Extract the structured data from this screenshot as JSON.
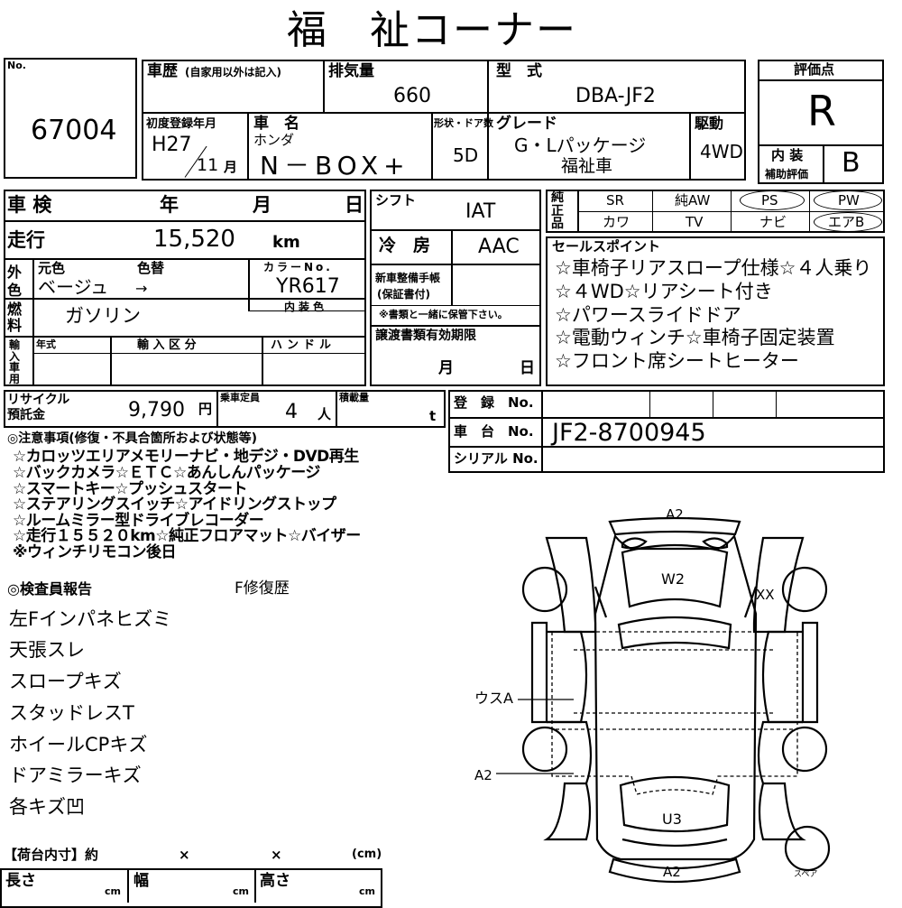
{
  "header": {
    "title": "福　祉コーナー"
  },
  "lot": {
    "label": "No.",
    "number": "67004"
  },
  "history": {
    "label": "車歴",
    "sub": "(自家用以外は記入)"
  },
  "engine": {
    "label": "排気量",
    "value": "660"
  },
  "model": {
    "label": "型　式",
    "value": "DBA-JF2"
  },
  "grade_score": {
    "label": "評価点",
    "value": "R"
  },
  "first_reg": {
    "label": "初度登録年月",
    "year": "H27",
    "month": "11",
    "month_unit": "月"
  },
  "car_name": {
    "label": "車　名",
    "maker": "ホンダ",
    "name": "N－BOX+"
  },
  "doors": {
    "label": "形状・ドア数",
    "value": "5D"
  },
  "grade": {
    "label": "グレード",
    "line1": "G・Lパッケージ",
    "line2": "福祉車"
  },
  "drive": {
    "label": "駆動",
    "value": "4WD"
  },
  "interior_score": {
    "label1": "内 装",
    "label2": "補助評価",
    "value": "B"
  },
  "shaken": {
    "label": "車 検",
    "year": "年",
    "month": "月",
    "day": "日"
  },
  "shift": {
    "label": "シフト",
    "value": "IAT"
  },
  "equipment": {
    "label": "純正品",
    "items": [
      "SR",
      "純AW",
      "PS",
      "PW",
      "カワ",
      "TV",
      "ナビ",
      "エアB"
    ]
  },
  "mileage": {
    "label": "走行",
    "value": "15,520",
    "unit": "km"
  },
  "aircon": {
    "label": "冷　房",
    "value": "AAC"
  },
  "color": {
    "label": "外色",
    "orig_label": "元色",
    "change_label": "色替",
    "orig": "ベージュ",
    "arrow": "→",
    "code_label": "カラーNo.",
    "code": "YR617"
  },
  "service_book": {
    "label1": "新車整備手帳",
    "label2": "(保証書付)",
    "note": "※書類と一緒に保管下さい。"
  },
  "fuel": {
    "label": "燃料",
    "value": "ガソリン",
    "interior_color_label": "内装色"
  },
  "sales_points": {
    "label": "セールスポイント",
    "items": [
      "☆車椅子リアスロープ仕様☆４人乗り",
      "☆４WD☆リアシート付き",
      "☆パワースライドドア",
      "☆電動ウィンチ☆車椅子固定装置",
      "☆フロント席シートヒーター"
    ]
  },
  "import": {
    "label": "輸入車用",
    "year_label": "年式",
    "class_label": "輸 入 区 分",
    "handle_label": "ハンドル"
  },
  "transfer": {
    "label": "譲渡書類有効期限",
    "month": "月",
    "day": "日"
  },
  "recycle": {
    "label1": "リサイクル",
    "label2": "預託金",
    "value": "9,790",
    "unit": "円"
  },
  "capacity": {
    "label": "乗車定員",
    "value": "4",
    "unit": "人"
  },
  "load": {
    "label": "積載量",
    "unit": "t"
  },
  "registration": {
    "label": "登　録　No."
  },
  "chassis": {
    "label": "車　台　No.",
    "value": "JF2-8700945"
  },
  "serial": {
    "label": "シリアル No."
  },
  "notes": {
    "label": "◎注意事項(修復・不具合箇所および状態等)",
    "lines": [
      "☆カロッツエリアメモリーナビ・地デジ・DVD再生",
      "☆バックカメラ☆ＥＴＣ☆あんしんパッケージ",
      "☆スマートキー☆プッシュスタート",
      "☆ステアリングスイッチ☆アイドリングストップ",
      "☆ルームミラー型ドライブレコーダー",
      "☆走行１５５２０km☆純正フロアマット☆バイザー",
      "※ウィンチリモコン後日"
    ]
  },
  "inspector": {
    "label": "◎検査員報告",
    "repair": "F修復歴",
    "lines": [
      "左Fインパネヒズミ",
      "天張スレ",
      "スロープキズ",
      "スタッドレスT",
      "ホイールCPキズ",
      "ドアミラーキズ",
      "各キズ凹"
    ]
  },
  "diagram": {
    "marks": [
      "A2",
      "W2",
      "XX",
      "ウスA",
      "A2",
      "U3",
      "A2"
    ],
    "spare": "スペア"
  },
  "cargo": {
    "label": "【荷台内寸】約",
    "x": "×",
    "unit": "(cm)",
    "length": "長さ",
    "width": "幅",
    "height": "高さ",
    "cm": "cm"
  }
}
